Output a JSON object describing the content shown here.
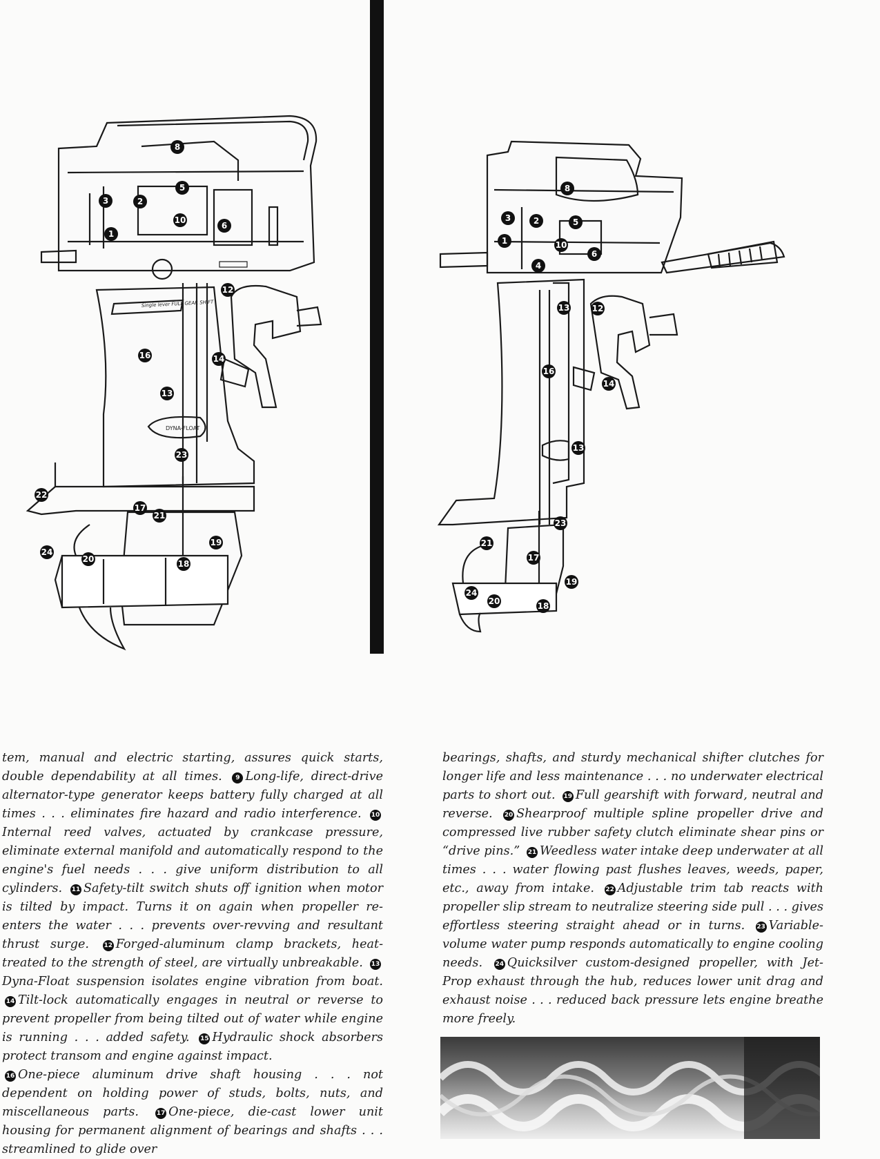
{
  "illustration_left": {
    "callouts": [
      "8",
      "3",
      "2",
      "5",
      "10",
      "1",
      "6",
      "12",
      "16",
      "14",
      "13",
      "23",
      "22",
      "17",
      "21",
      "19",
      "24",
      "20",
      "18"
    ],
    "plate_text": "Single lever FULL GEAR SHIFT",
    "float_label": "DYNA-FLOAT"
  },
  "illustration_right": {
    "callouts": [
      "8",
      "3",
      "2",
      "5",
      "1",
      "10",
      "6",
      "4",
      "13",
      "12",
      "16",
      "14",
      "13",
      "23",
      "21",
      "17",
      "19",
      "24",
      "20",
      "18"
    ]
  },
  "text_left": {
    "p1": [
      {
        "t": "tem, manual and electric starting, assures quick starts, double dependability at all times."
      },
      {
        "n": "9",
        "t": "Long-life, direct-drive alternator-type generator keeps battery fully charged at all times . . . eliminates fire hazard and radio interference."
      },
      {
        "n": "10",
        "t": "Internal reed valves, actuated by crankcase pressure, eliminate external manifold and automatically respond to the engine's fuel needs . . . give uniform distribution to all cylinders."
      },
      {
        "n": "11",
        "t": "Safety-tilt switch shuts off ignition when motor is tilted by impact. Turns it on again when propeller re-enters the water . . . prevents over-revving and resultant thrust surge."
      },
      {
        "n": "12",
        "t": "Forged-aluminum clamp brackets, heat-treated to the strength of steel, are virtually unbreakable."
      },
      {
        "n": "13",
        "t": "Dyna-Float suspension isolates engine vibration from boat."
      },
      {
        "n": "14",
        "t": "Tilt-lock automatically engages in neutral or reverse to prevent propeller from being tilted out of water while engine is running . . . added safety."
      },
      {
        "n": "15",
        "t": "Hydraulic shock absorbers protect transom and engine against impact."
      }
    ],
    "p2": [
      {
        "n": "16",
        "t": "One-piece aluminum drive shaft housing . . . not dependent on holding power of studs, bolts, nuts, and miscellaneous parts."
      },
      {
        "n": "17",
        "t": "One-piece, die-cast lower unit housing for permanent alignment of bearings and shafts . . . streamlined to glide over"
      }
    ]
  },
  "text_right": {
    "p1": [
      {
        "t": "bearings, shafts, and sturdy mechanical shifter clutches for longer life and less maintenance . . . no underwater electrical parts to short out."
      },
      {
        "n": "19",
        "t": "Full gearshift with forward, neutral and reverse."
      },
      {
        "n": "20",
        "t": "Shearproof multiple spline propeller drive and compressed live rubber safety clutch eliminate shear pins or “drive pins.”"
      },
      {
        "n": "21",
        "t": "Weedless water intake deep underwater at all times . . . water flowing past flushes leaves, weeds, paper, etc., away from intake."
      },
      {
        "n": "22",
        "t": "Adjustable trim tab reacts with propeller slip stream to neutralize steering side pull . . . gives effortless steering straight ahead or in turns."
      },
      {
        "n": "23",
        "t": "Variable-volume water pump responds automatically to engine cooling needs."
      },
      {
        "n": "24",
        "t": "Quicksilver custom-designed propeller, with Jet-Prop exhaust through the hub, reduces lower unit drag and exhaust noise . . . reduced back pressure lets engine breathe more freely."
      }
    ]
  }
}
